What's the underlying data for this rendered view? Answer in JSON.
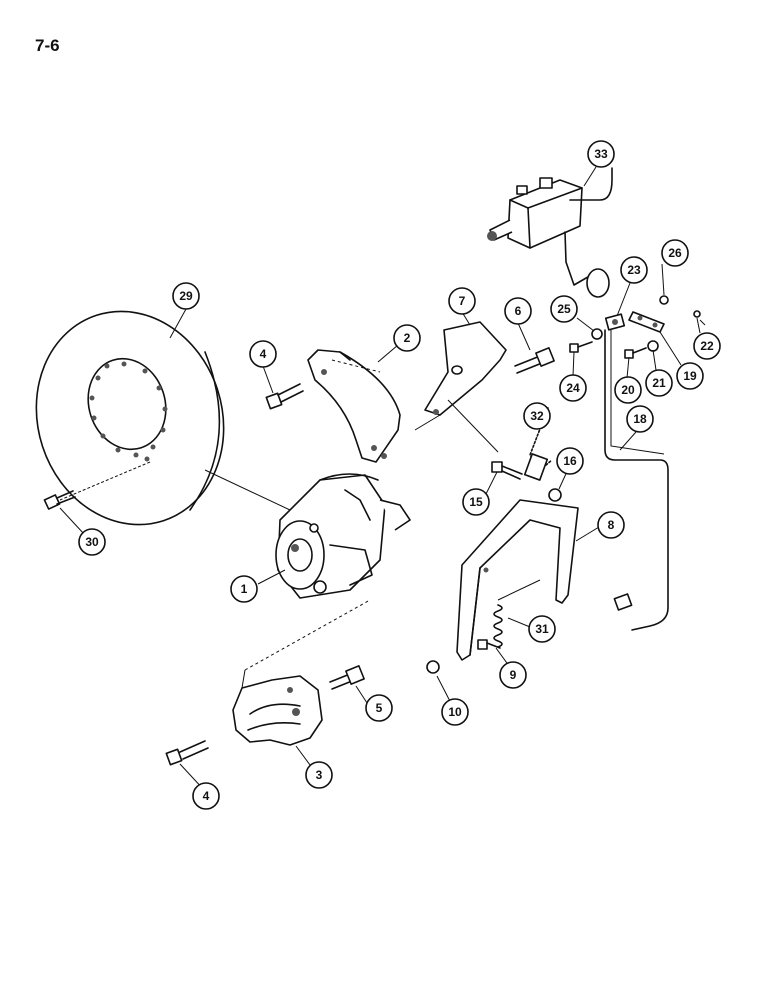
{
  "page": {
    "number": "7-6"
  },
  "callouts": [
    "1",
    "2",
    "3",
    "4",
    "4",
    "5",
    "6",
    "7",
    "8",
    "9",
    "10",
    "15",
    "16",
    "18",
    "19",
    "20",
    "21",
    "22",
    "23",
    "24",
    "25",
    "26",
    "29",
    "30",
    "31",
    "32",
    "33"
  ]
}
